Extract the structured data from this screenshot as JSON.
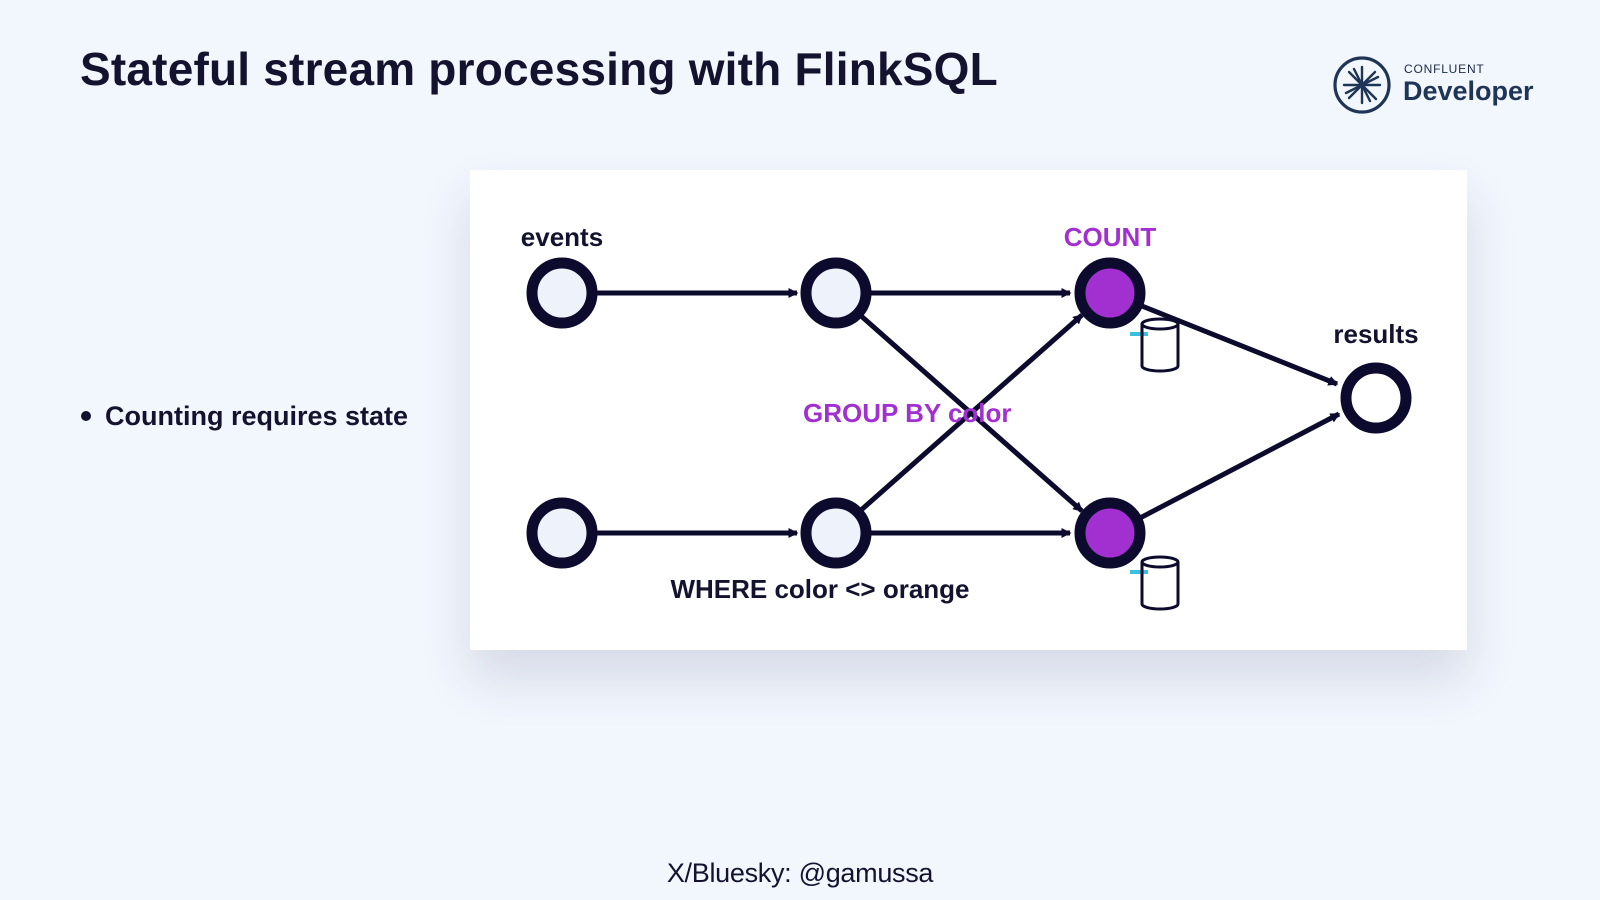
{
  "slide": {
    "title": "Stateful stream processing with FlinkSQL"
  },
  "logo": {
    "brand": "CONFLUENT",
    "product": "Developer",
    "icon": "confluent-burst-icon"
  },
  "bullets": [
    "Counting requires state"
  ],
  "diagram": {
    "labels": {
      "source": "events",
      "aggregate": "COUNT",
      "sink": "results",
      "group_by": "GROUP BY color",
      "filter": "WHERE color <> orange"
    },
    "colors": {
      "node_outline": "#0c0b2e",
      "node_fill": "#eef2fb",
      "stateful_fill": "#a22fd0",
      "highlight_text": "#a22fd0",
      "state_store_accent": "#39c2e0"
    },
    "nodes": [
      {
        "id": "source-1",
        "role": "source"
      },
      {
        "id": "source-2",
        "role": "source"
      },
      {
        "id": "filter-1",
        "role": "filter"
      },
      {
        "id": "filter-2",
        "role": "filter"
      },
      {
        "id": "count-1",
        "role": "stateful-aggregate"
      },
      {
        "id": "count-2",
        "role": "stateful-aggregate"
      },
      {
        "id": "sink",
        "role": "sink"
      }
    ],
    "edges": [
      {
        "from": "source-1",
        "to": "filter-1"
      },
      {
        "from": "source-2",
        "to": "filter-2"
      },
      {
        "from": "filter-1",
        "to": "count-1"
      },
      {
        "from": "filter-1",
        "to": "count-2"
      },
      {
        "from": "filter-2",
        "to": "count-1"
      },
      {
        "from": "filter-2",
        "to": "count-2"
      },
      {
        "from": "count-1",
        "to": "sink"
      },
      {
        "from": "count-2",
        "to": "sink"
      }
    ],
    "state_stores": [
      {
        "attached_to": "count-1",
        "icon": "database-icon"
      },
      {
        "attached_to": "count-2",
        "icon": "database-icon"
      }
    ]
  },
  "footer": {
    "handle": "X/Bluesky: @gamussa"
  }
}
